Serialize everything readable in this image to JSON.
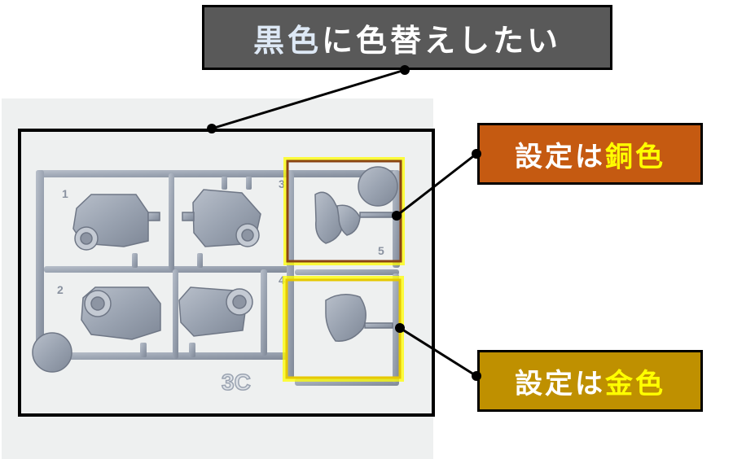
{
  "callouts": {
    "black": {
      "text_a": "黒色",
      "text_b": "に色替えしたい"
    },
    "copper": {
      "prefix": "設定は",
      "highlight": "銅色"
    },
    "gold": {
      "prefix": "設定は",
      "highlight": "金色"
    }
  },
  "runner": {
    "number_labels": [
      "1",
      "2",
      "3",
      "4",
      "5"
    ],
    "tag": "3C"
  },
  "colors": {
    "title_bg": "#595959",
    "copper_bg": "#c55a11",
    "gold_bg": "#bf9000",
    "highlight_text": "#ffff00",
    "copper_frame": "#8b4513",
    "yellow_frame": "#ffff00",
    "plastic": "#9aa3b1"
  }
}
